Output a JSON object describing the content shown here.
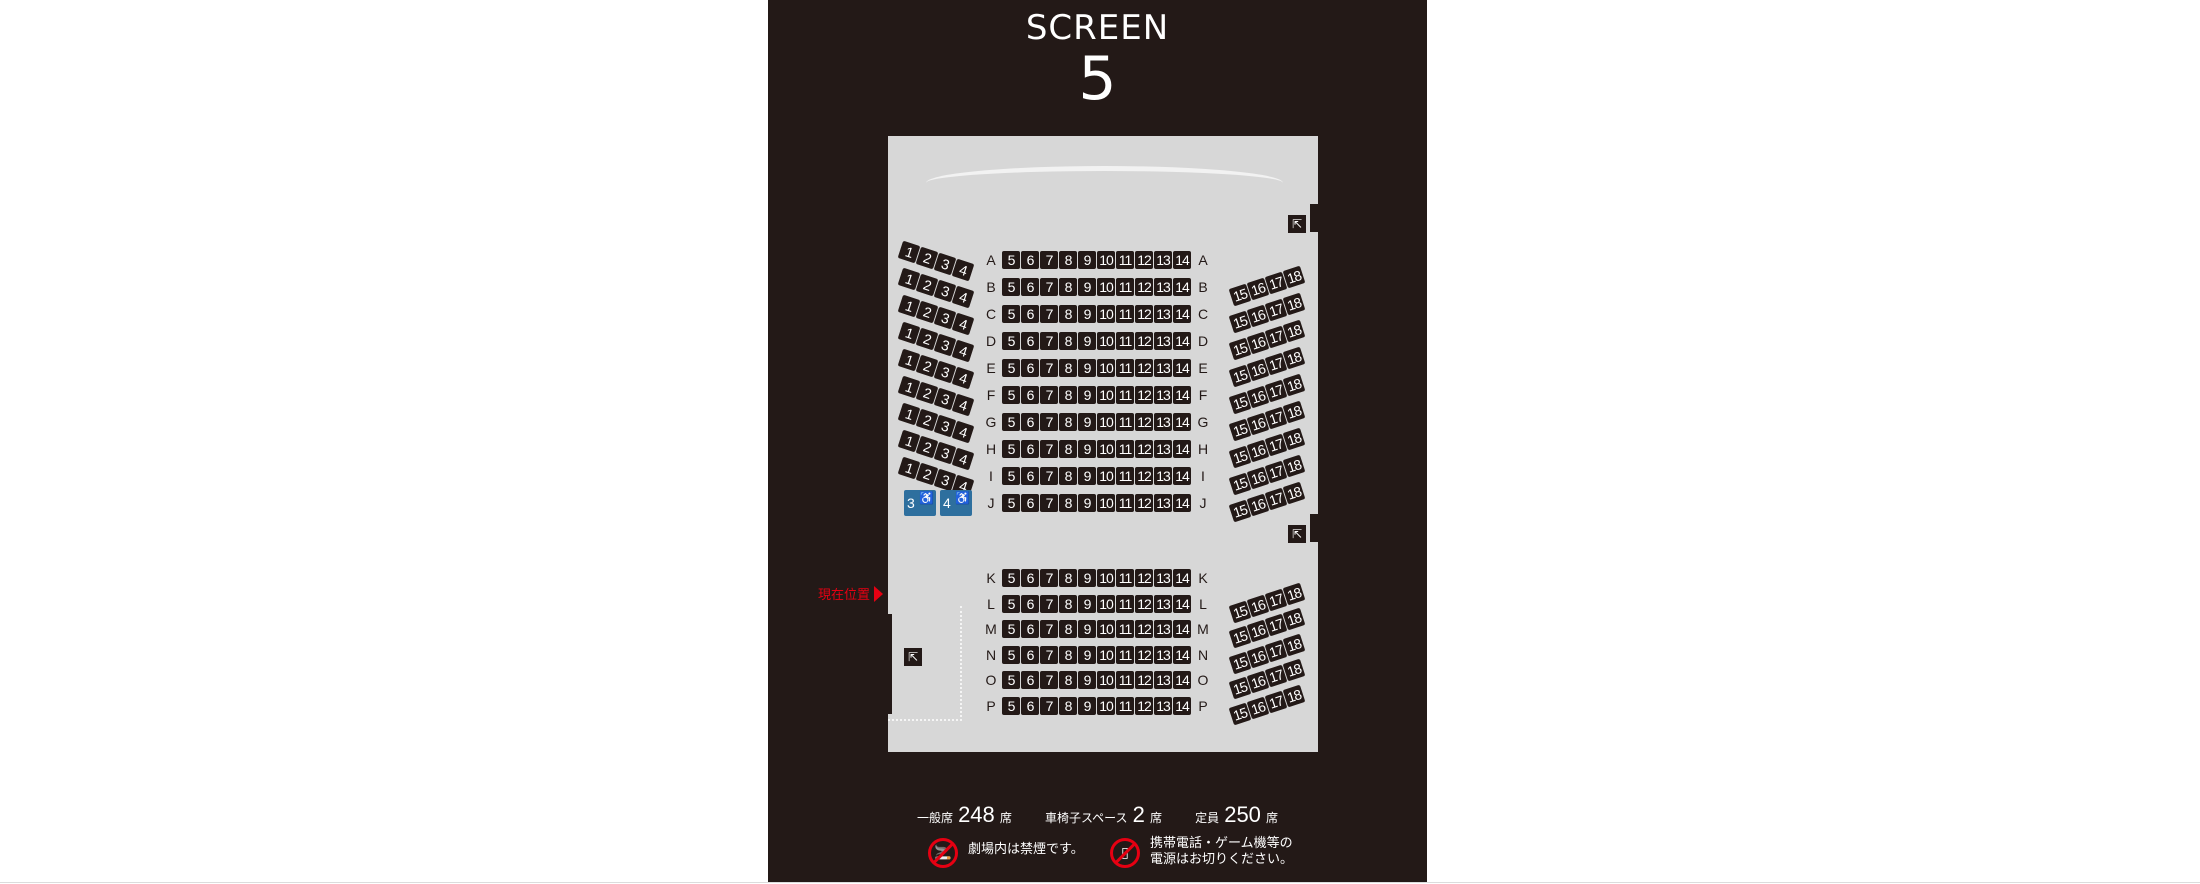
{
  "header": {
    "screen_label": "SCREEN",
    "screen_number": "5"
  },
  "seat_rows_upper": [
    "A",
    "B",
    "C",
    "D",
    "E",
    "F",
    "G",
    "H",
    "I",
    "J"
  ],
  "seat_rows_lower": [
    "K",
    "L",
    "M",
    "N",
    "O",
    "P"
  ],
  "left_block_seats": [
    "1",
    "2",
    "3",
    "4"
  ],
  "center_block_seats": [
    "5",
    "6",
    "7",
    "8",
    "9",
    "10",
    "11",
    "12",
    "13",
    "14"
  ],
  "right_block_seats": [
    "15",
    "16",
    "17",
    "18"
  ],
  "wheelchair_seats": [
    "3",
    "4"
  ],
  "current_position_label": "現在位置",
  "capacity": {
    "general_label": "一般席",
    "general_count": "248",
    "general_unit": "席",
    "wheelchair_label": "車椅子スペース",
    "wheelchair_count": "2",
    "wheelchair_unit": "席",
    "total_label": "定員",
    "total_count": "250",
    "total_unit": "席"
  },
  "notices": {
    "no_smoking": "劇場内は禁煙です。",
    "phone_line1": "携帯電話・ゲーム機等の",
    "phone_line2": "電源はお切りください。"
  },
  "icons": {
    "exit": "exit-icon",
    "wheelchair": "wheelchair-icon",
    "no_smoking": "no-smoking-icon",
    "no_phone": "no-phone-icon"
  },
  "colors": {
    "background": "#231917",
    "floor": "#d7d7d7",
    "seat": "#231917",
    "wheelchair_seat": "#2e6f9e",
    "current_position": "#e60012"
  }
}
